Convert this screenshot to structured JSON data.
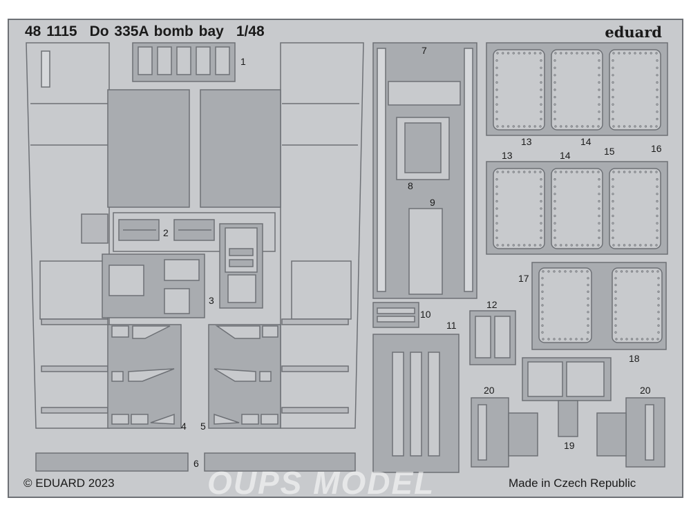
{
  "sheet": {
    "product_code": "48 1115",
    "product_name": "Do 335A bomb bay",
    "scale": "1/48",
    "brand": "eduard",
    "copyright": "© EDUARD 2023",
    "origin": "Made in Czech Republic",
    "watermark": "OUPS MODEL"
  },
  "part_numbers": [
    "1",
    "2",
    "3",
    "4",
    "5",
    "6",
    "7",
    "8",
    "9",
    "10",
    "11",
    "12",
    "13",
    "14",
    "15",
    "16",
    "13",
    "14",
    "15",
    "17",
    "18",
    "19",
    "20",
    "20"
  ],
  "colors": {
    "metal": "#c8cacd",
    "metal_dark": "#a9acb0",
    "outline": "#6d7075",
    "background": "#ffffff"
  }
}
